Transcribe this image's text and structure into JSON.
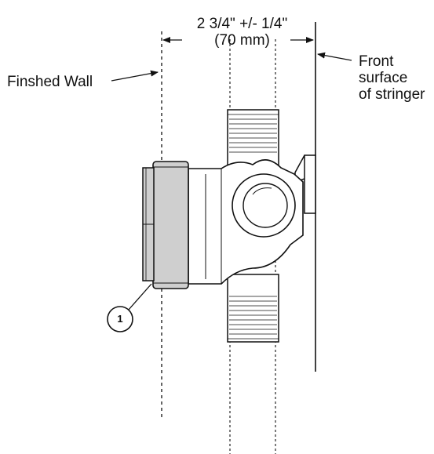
{
  "dimension": {
    "line1": "2 3/4\" +/- 1/4\"",
    "line2": "(70 mm)"
  },
  "labels": {
    "finished_wall": "Finshed Wall",
    "front_surface_line1": "Front",
    "front_surface_line2": "surface",
    "front_surface_line3": "of stringer"
  },
  "callout": {
    "number": "1"
  },
  "colors": {
    "line": "#111111",
    "trim_fill": "#cfcfcf",
    "body_fill": "#ffffff"
  }
}
